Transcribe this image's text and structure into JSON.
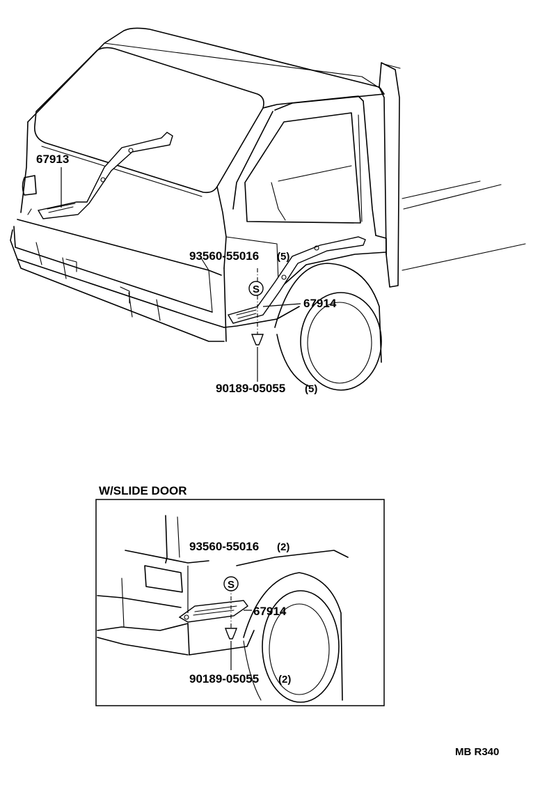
{
  "main_view": {
    "labels": {
      "p67913": "67913",
      "p93560": "93560-55016",
      "p93560_qty": "(5)",
      "p67914": "67914",
      "p90189": "90189-05055",
      "p90189_qty": "(5)",
      "s_mark": "S"
    }
  },
  "inset": {
    "title": "W/SLIDE DOOR",
    "labels": {
      "p93560": "93560-55016",
      "p93560_qty": "(2)",
      "p67914": "67914",
      "p90189": "90189-05055",
      "p90189_qty": "(2)",
      "s_mark": "S"
    }
  },
  "diagram_code": "MB R340"
}
